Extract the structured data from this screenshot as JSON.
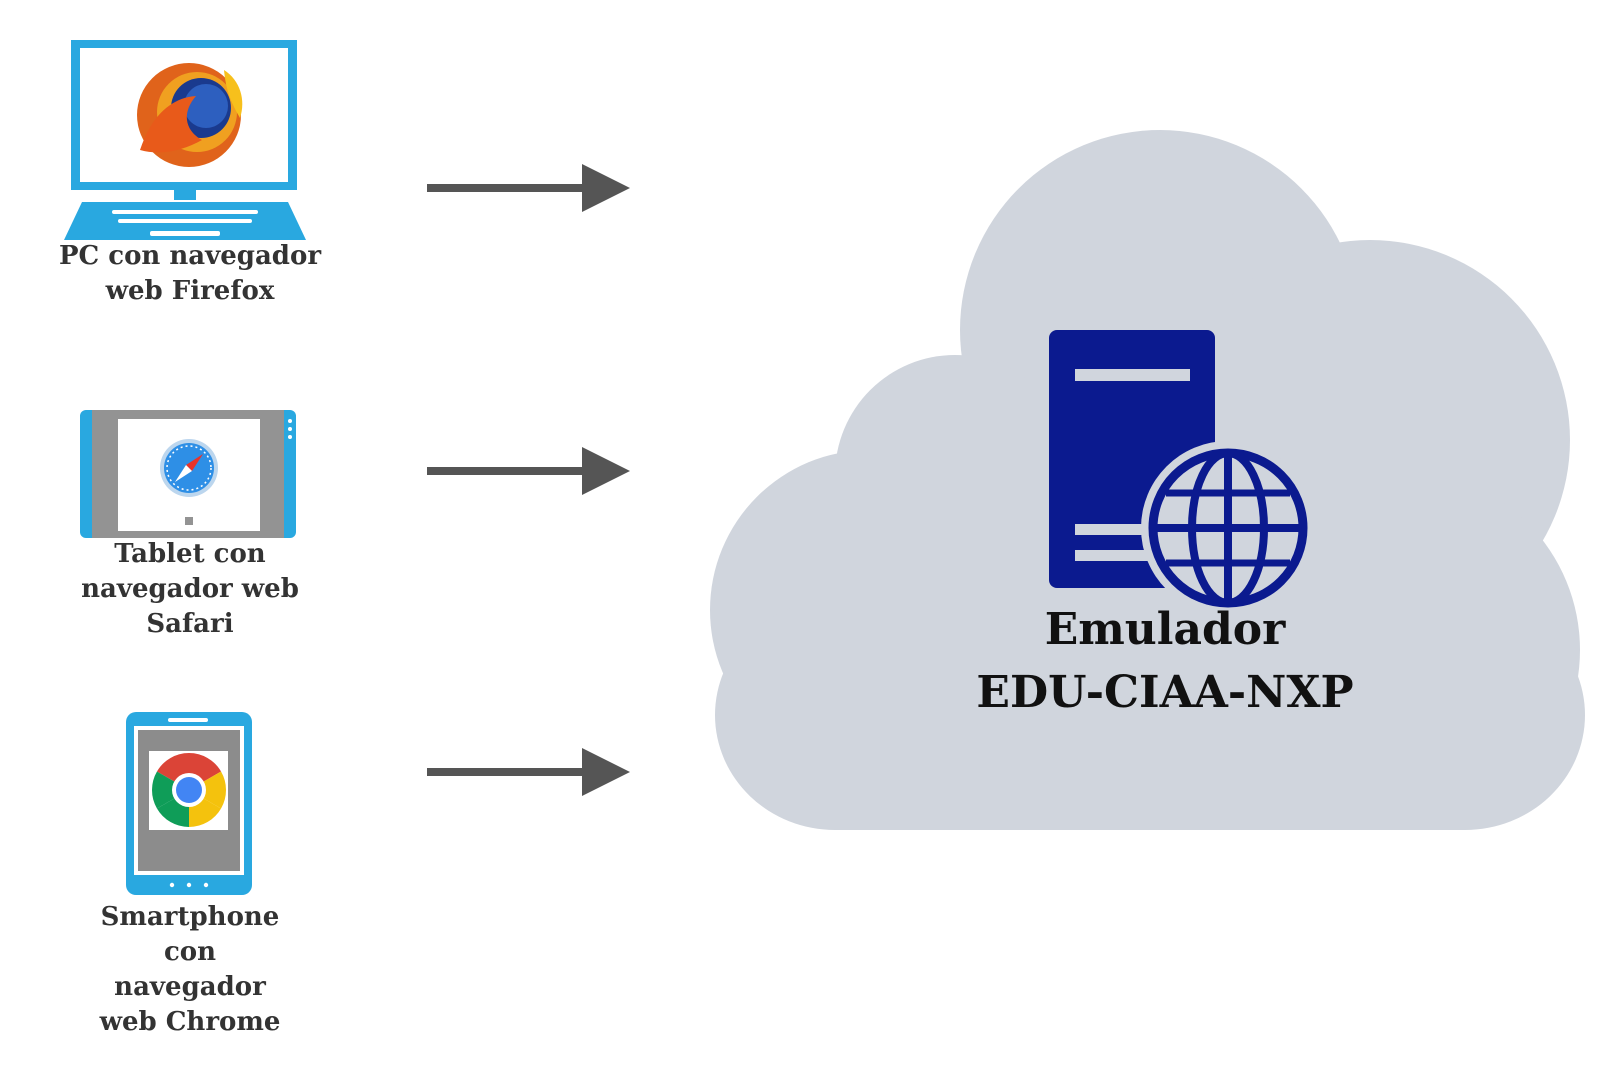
{
  "clients": [
    {
      "name": "pc",
      "label_lines": [
        "PC con navegador",
        "web Firefox"
      ],
      "icon": "firefox-icon"
    },
    {
      "name": "tablet",
      "label_lines": [
        "Tablet con",
        "navegador web",
        "Safari"
      ],
      "icon": "safari-icon"
    },
    {
      "name": "smartphone",
      "label_lines": [
        "Smartphone",
        "con",
        "navegador",
        "web Chrome"
      ],
      "icon": "chrome-icon"
    }
  ],
  "cloud": {
    "title_line1": "Emulador",
    "title_line2": "EDU-CIAA-NXP",
    "icon": "server-globe-icon"
  },
  "colors": {
    "device_blue": "#29a8e0",
    "device_gray": "#939393",
    "arrow": "#555555",
    "cloud": "#d0d5dd",
    "server": "#0b1a8f"
  }
}
